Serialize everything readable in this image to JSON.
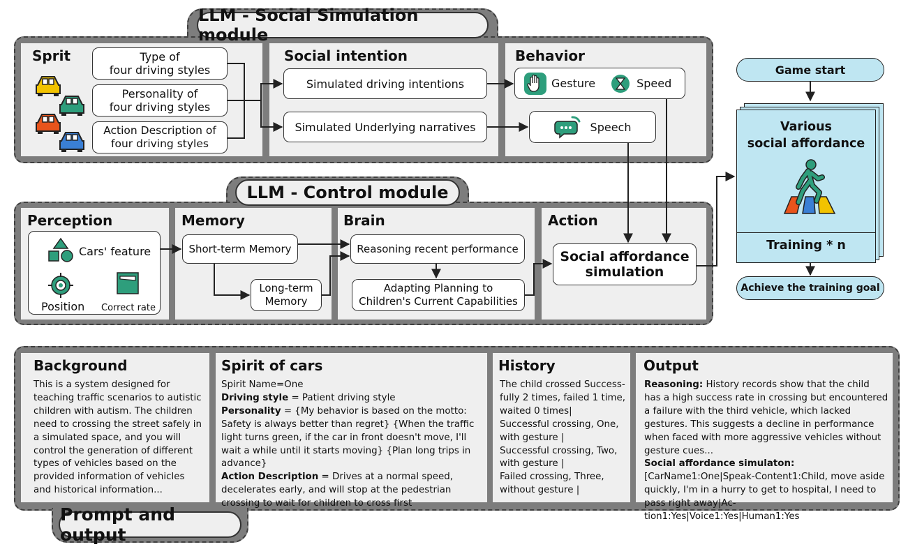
{
  "social_module": {
    "title": "LLM - Social Simulation module",
    "sprit": {
      "title": "Sprit",
      "items": [
        "Type of\nfour driving styles",
        "Personality of\nfour driving styles",
        "Action Description of\nfour driving styles"
      ],
      "car_colors": [
        "#f2c300",
        "#2e9e7c",
        "#e8541c",
        "#3a7fd5"
      ]
    },
    "intention": {
      "title": "Social intention",
      "items": [
        "Simulated driving intentions",
        "Simulated Underlying narratives"
      ]
    },
    "behavior": {
      "title": "Behavior",
      "gesture": "Gesture",
      "speed": "Speed",
      "speech": "Speech"
    }
  },
  "control_module": {
    "title": "LLM - Control module",
    "perception": {
      "title": "Perception",
      "cars_feature": "Cars' feature",
      "position": "Position",
      "correct_rate": "Correct rate"
    },
    "memory": {
      "title": "Memory",
      "short": "Short-term Memory",
      "long": "Long-term\nMemory"
    },
    "brain": {
      "title": "Brain",
      "reasoning": "Reasoning recent performance",
      "adapting": "Adapting Planning to\nChildren's Current Capabilities"
    },
    "action": {
      "title": "Action",
      "simulation": "Social affordance\nsimulation"
    }
  },
  "game": {
    "start": "Game start",
    "card_title": "Various\nsocial affordance",
    "training": "Training * n",
    "goal": "Achieve the training goal",
    "accent": "#bfe6f2"
  },
  "prompt": {
    "title": "Prompt and output",
    "background": {
      "title": "Background",
      "text": "This is a system designed for teaching traffic scenarios to autistic children with autism. The children need to crossing the street safely in a simulated space, and you will control the generation of different types of vehicles based on the provided information of vehicles and historical information..."
    },
    "spirit": {
      "title": "Spirit of cars",
      "l1": "Spirit Name=One",
      "l2k": "Driving style",
      "l2v": " = Patient driving style",
      "l3k": "Personality",
      "l3v": " = {My behavior is based on the motto: Safety is always better than regret} {When the traffic light turns green, if the car in front doesn't move, I'll wait a while until it starts moving} {Plan long trips in advance}",
      "l4k": "Action Description",
      "l4v": " = Drives at a normal speed, decelerates early, and will stop at the pedestrian crossing to wait for children to cross first"
    },
    "history": {
      "title": "History",
      "text": "The child crossed Success-\nfully 2 times, failed 1 time,\nwaited 0 times|\nSuccessful crossing, One,\nwith gesture |\nSuccessful crossing, Two,\nwith gesture |\nFailed crossing, Three,\nwithout gesture |"
    },
    "output": {
      "title": "Output",
      "rk": "Reasoning:",
      "rv": " History records show that the child has a high success rate in crossing but encountered a failure with the third vehicle, which lacked gestures. This suggests a decline in performance when faced with more aggressive vehicles without gesture cues...",
      "sk": "Social affordance simulaton:",
      "sv": "[CarName1:One|Speak-Content1:Child, move aside quickly, I'm in a hurry to get to hospital, I need to pass right away|Ac-tion1:Yes|Voice1:Yes|Human1:Yes"
    }
  }
}
